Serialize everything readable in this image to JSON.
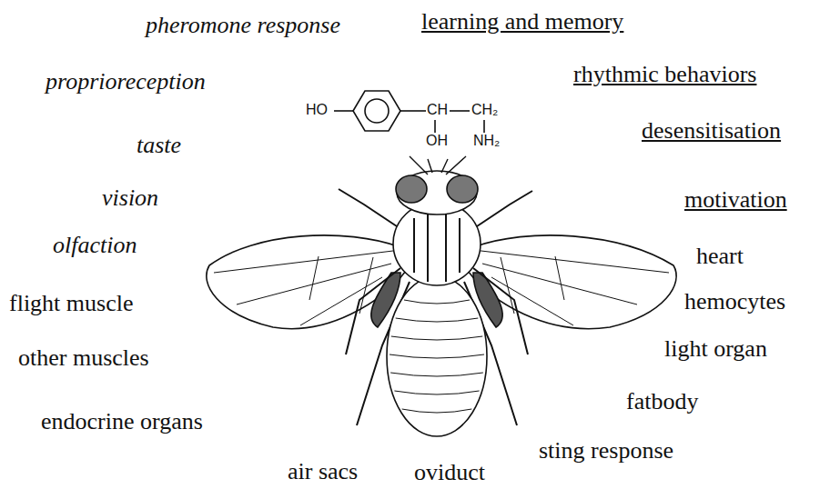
{
  "diagram": {
    "labels": [
      "pheromone response",
      "learning and memory",
      "proprioreception",
      "HO",
      "CH",
      "CH₂",
      "rhythmic behaviors",
      "OH",
      "NH₂",
      "taste",
      "desensitisation",
      "vision",
      "motivation",
      "olfaction",
      "heart",
      "flight muscle",
      "hemocytes",
      "other muscles",
      "light organ",
      "fatbody",
      "endocrine organs",
      "sting response",
      "air sacs",
      "oviduct"
    ]
  }
}
